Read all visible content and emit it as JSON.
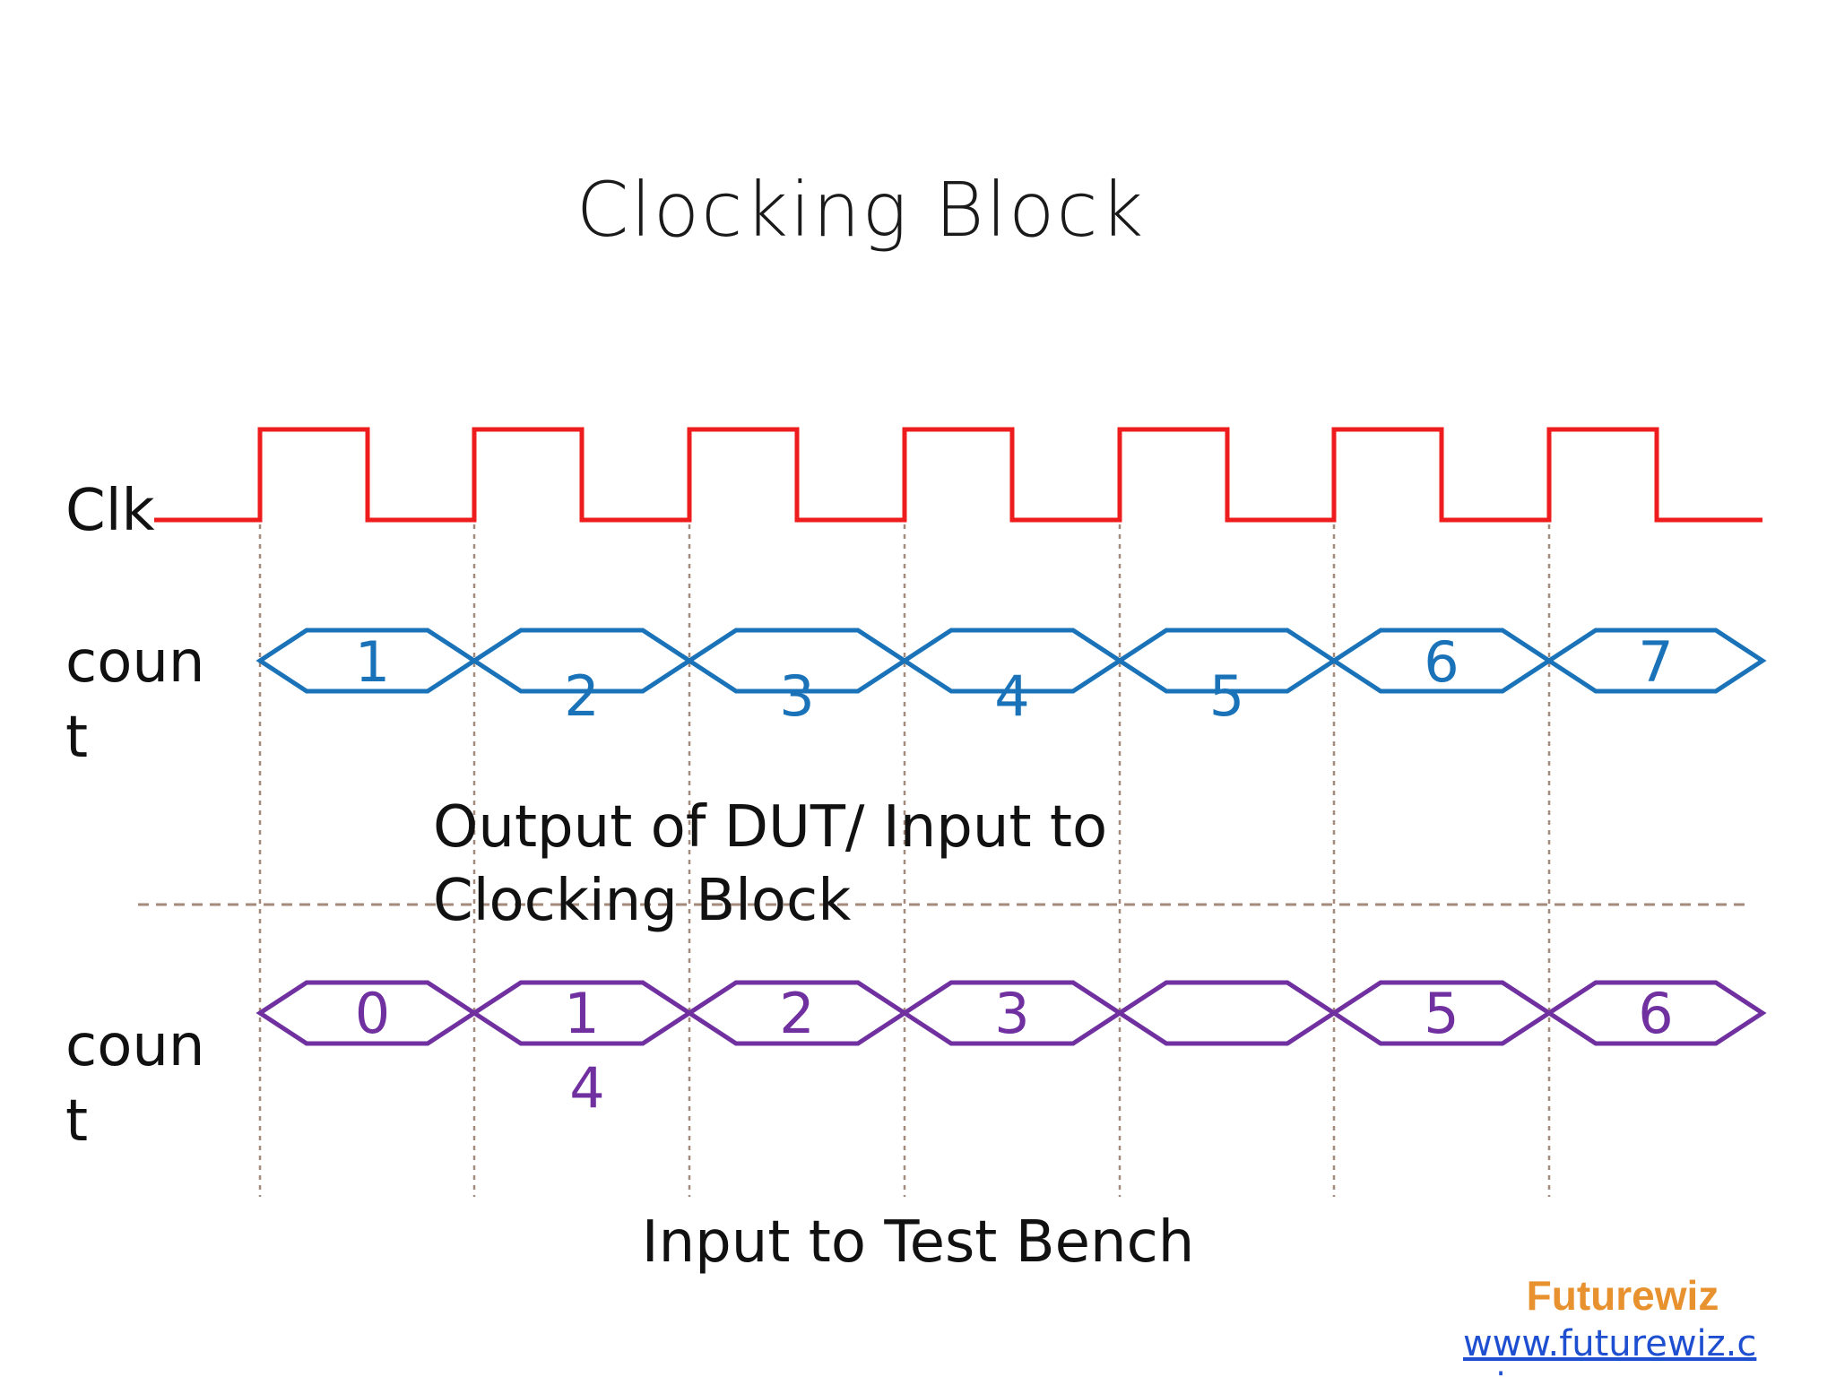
{
  "title": "Clocking Block",
  "signals": {
    "clk_label": "Clk",
    "count_label_top": "count",
    "count_label_bottom": "count"
  },
  "rows": {
    "top_values": [
      "1",
      "2",
      "3",
      "4",
      "5",
      "6",
      "7"
    ],
    "bottom_values": [
      "0",
      "1",
      "2",
      "3",
      "",
      "5",
      "6"
    ],
    "bottom_extra_value": "4"
  },
  "captions": {
    "middle": "Output of DUT/ Input to Clocking Block",
    "bottom": "Input to Test Bench"
  },
  "branding": {
    "name": "Futurewiz",
    "url": "www.futurewiz.co.in"
  },
  "colors": {
    "clock": "#ee1c1c",
    "top_bus": "#1a73b8",
    "bottom_bus": "#7030a0",
    "guides": "#a48a7a",
    "brand": "#e8912f"
  }
}
